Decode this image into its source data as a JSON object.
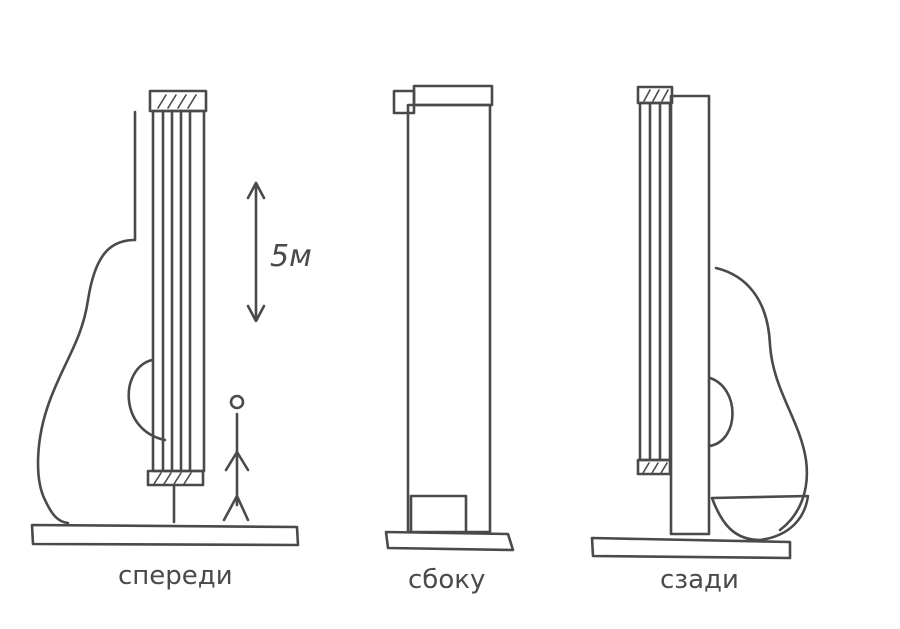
{
  "dimension": {
    "label": "5м"
  },
  "views": {
    "front": {
      "label": "спереди"
    },
    "side": {
      "label": "сбоку"
    },
    "back": {
      "label": "сзади"
    }
  }
}
